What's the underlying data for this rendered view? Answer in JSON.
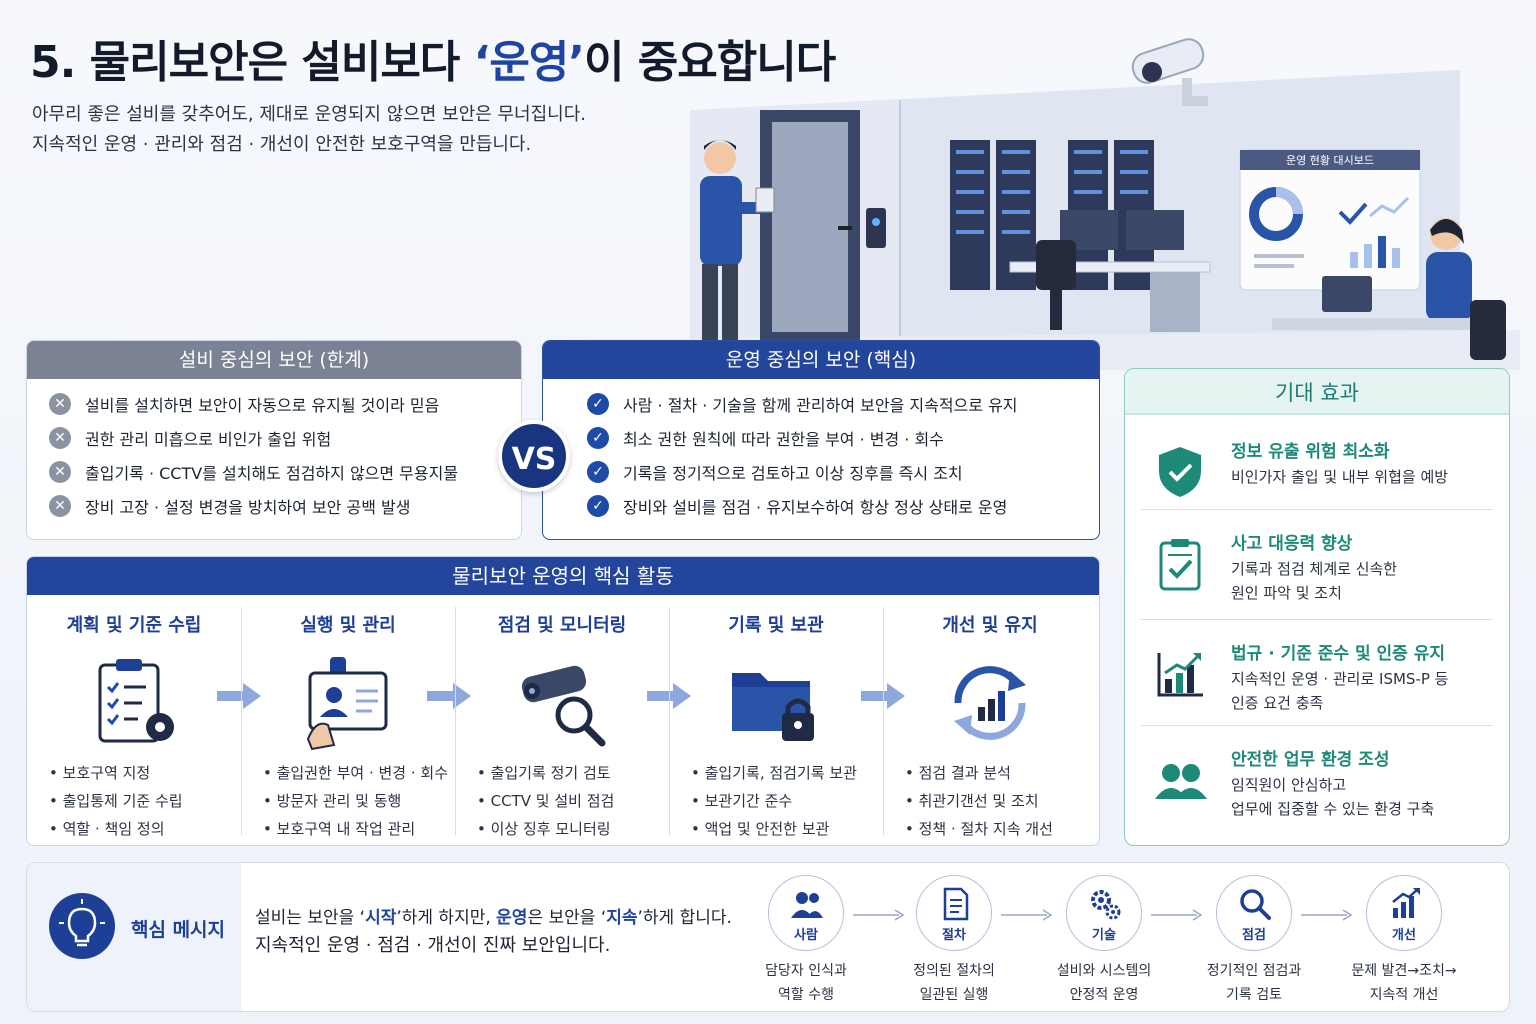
{
  "header": {
    "title_prefix": "5. 물리보안은 설비보다 ",
    "title_highlight": "‘운영’",
    "title_suffix": "이 중요합니다",
    "intro_line1": "아무리 좋은 설비를 갖추어도, 제대로 운영되지 않으면 보안은 무너집니다.",
    "intro_line2": "지속적인 운영 · 관리와 점검 · 개선이 안전한 보호구역을 만듭니다."
  },
  "dashboard": {
    "label": "운영 현황 대시보드"
  },
  "comparison": {
    "limit": {
      "title": "설비 중심의 보안 (한계)",
      "items": [
        "설비를 설치하면 보안이 자동으로 유지될 것이라 믿음",
        "권한 관리 미흡으로 비인가 출입 위험",
        "출입기록 · CCTV를 설치해도 점검하지 않으면 무용지물",
        "장비 고장 · 설정 변경을 방치하여 보안 공백 발생"
      ]
    },
    "vs": "VS",
    "core": {
      "title": "운영 중심의 보안 (핵심)",
      "items": [
        "사람 · 절차 · 기술을 함께 관리하여 보안을 지속적으로 유지",
        "최소 권한 원칙에 따라 권한을 부여 · 변경 · 회수",
        "기록을 정기적으로 검토하고 이상 징후를 즉시 조치",
        "장비와 설비를 점검 · 유지보수하여 항상 정상 상태로 운영"
      ]
    }
  },
  "activities": {
    "title": "물리보안 운영의 핵심 활동",
    "steps": [
      {
        "title": "계획 및 기준 수립",
        "icon": "clipboard-gear-icon",
        "bullets": [
          "보호구역 지정",
          "출입통제 기준 수립",
          "역할 · 책임 정의"
        ]
      },
      {
        "title": "실행 및 관리",
        "icon": "id-card-icon",
        "bullets": [
          "출입권한 부여 · 변경 · 회수",
          "방문자 관리 및 동행",
          "보호구역 내 작업 관리"
        ]
      },
      {
        "title": "점검 및 모니터링",
        "icon": "cctv-magnifier-icon",
        "bullets": [
          "출입기록 정기 검토",
          "CCTV 및 설비 점검",
          "이상 징후 모니터링"
        ]
      },
      {
        "title": "기록 및 보관",
        "icon": "folder-lock-icon",
        "bullets": [
          "출입기록, 점검기록 보관",
          "보관기간 준수",
          "액업 및 안전한 보관"
        ]
      },
      {
        "title": "개선 및 유지",
        "icon": "cycle-chart-icon",
        "bullets": [
          "점검 결과 분석",
          "취관기갠선 및 조치",
          "정책 · 절차 지속 개선"
        ]
      }
    ]
  },
  "effects": {
    "title": "기대 효과",
    "items": [
      {
        "title": "정보 유출 위험 최소화",
        "desc1": "비인가자 출입 및 내부 위협을 예방",
        "desc2": ""
      },
      {
        "title": "사고 대응력 향상",
        "desc1": "기록과 점검 체계로 신속한",
        "desc2": "원인 파악 및 조치"
      },
      {
        "title": "법규 · 기준 준수 및 인증 유지",
        "desc1": "지속적인 운영 · 관리로 ISMS-P 등",
        "desc2": "인증 요건 충족"
      },
      {
        "title": "안전한 업무 환경 조성",
        "desc1": "임직원이 안심하고",
        "desc2": "업무에 집중할 수 있는 환경 구축"
      }
    ]
  },
  "message": {
    "label": "핵심 메시지",
    "line1_a": "설비는 보안을 ‘",
    "line1_b": "시작",
    "line1_c": "’하게 하지만, ",
    "line1_d": "운영",
    "line1_e": "은 보안을 ‘",
    "line1_f": "지속",
    "line1_g": "’하게 합니다.",
    "line2": "지속적인 운영 · 점검 · 개선이 진짜 보안입니다.",
    "flow": [
      {
        "name": "사람",
        "desc1": "담당자 인식과",
        "desc2": "역할 수행"
      },
      {
        "name": "절차",
        "desc1": "정의된 절차의",
        "desc2": "일관된 실행"
      },
      {
        "name": "기술",
        "desc1": "설비와 시스템의",
        "desc2": "안정적 운영"
      },
      {
        "name": "점검",
        "desc1": "정기적인 점검과",
        "desc2": "기록 검토"
      },
      {
        "name": "개선",
        "desc1": "문제 발견→조치→",
        "desc2": "지속적 개선"
      }
    ]
  },
  "colors": {
    "primary": "#23459c",
    "teal": "#1d8a78",
    "gray": "#7b8293"
  }
}
